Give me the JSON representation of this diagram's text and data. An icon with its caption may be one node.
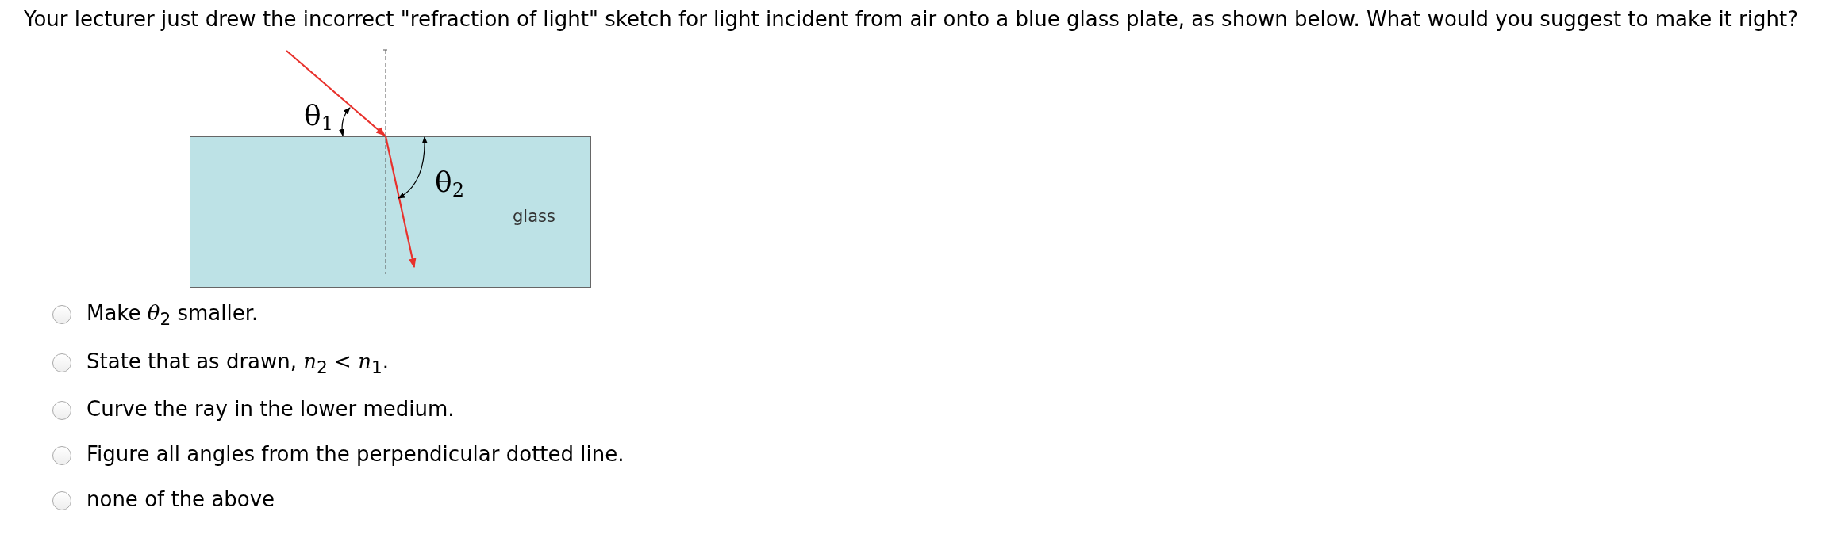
{
  "diagram": {
    "title": "Your lecturer just drew the incorrect \"refraction of light\" sketch for light incident from air onto a blue glass plate, as shown below. What would you suggest to make it right?",
    "nodes": [
      {
        "text": [
          "glass"
        ]
      }
    ],
    "labels": [
      "θ$_{1}$",
      "θ$_{2}$",
      "Make *θ*$_{2}$ smaller.",
      "State that as drawn, *n*$_{2}$ < *n*$_{1}$.",
      "Curve the ray in the lower medium.",
      "Figure all angles from the perpendicular dotted line.",
      "none of the above"
    ]
  }
}
